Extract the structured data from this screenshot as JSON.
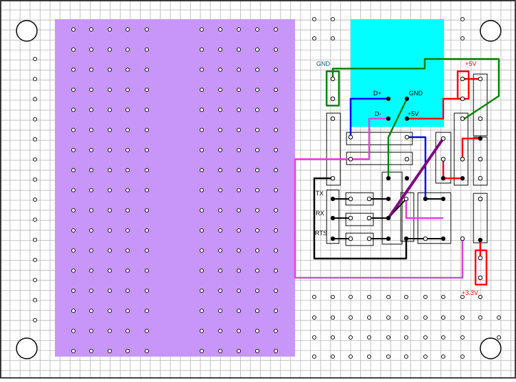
{
  "labels": {
    "gnd_left": "GND",
    "d_plus": "D+",
    "d_minus": "D-",
    "gnd_usb": "GND",
    "plus5v_usb": "+5V",
    "plus5v_top": "+5V",
    "tx": "TX",
    "rx": "RX",
    "rts": "RTS",
    "plus3v3": "+3.3V"
  },
  "colors": {
    "grid": "#b4b4b4",
    "breadboard": "#c896f8",
    "usb_module": "#00ffff",
    "gnd_wire": "#008000",
    "vcc_wire": "#ff0000",
    "d_plus_wire": "#0000ff",
    "d_minus_wire": "#e040e0",
    "signal_wire": "#000000",
    "jumper": "#800080",
    "label_teal": "#006080",
    "label_red": "#ff0000"
  }
}
